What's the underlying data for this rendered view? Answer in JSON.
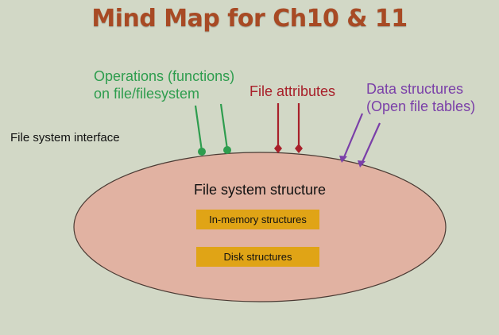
{
  "title": "Mind Map for Ch10 & 11",
  "operations": {
    "line1": "Operations (functions)",
    "line2": "on file/filesystem",
    "color": "#2e9d4e"
  },
  "file_attributes": {
    "label": "File attributes",
    "color": "#a8202a"
  },
  "data_structures": {
    "line1": "Data structures",
    "line2": "(Open file tables)",
    "color": "#7a3fa8"
  },
  "interface": {
    "label": "File system interface"
  },
  "structure": {
    "label": "File system structure",
    "fill": "#e1b2a2"
  },
  "boxes": {
    "in_memory": "In-memory structures",
    "disk": "Disk structures",
    "color": "#e0a416"
  }
}
